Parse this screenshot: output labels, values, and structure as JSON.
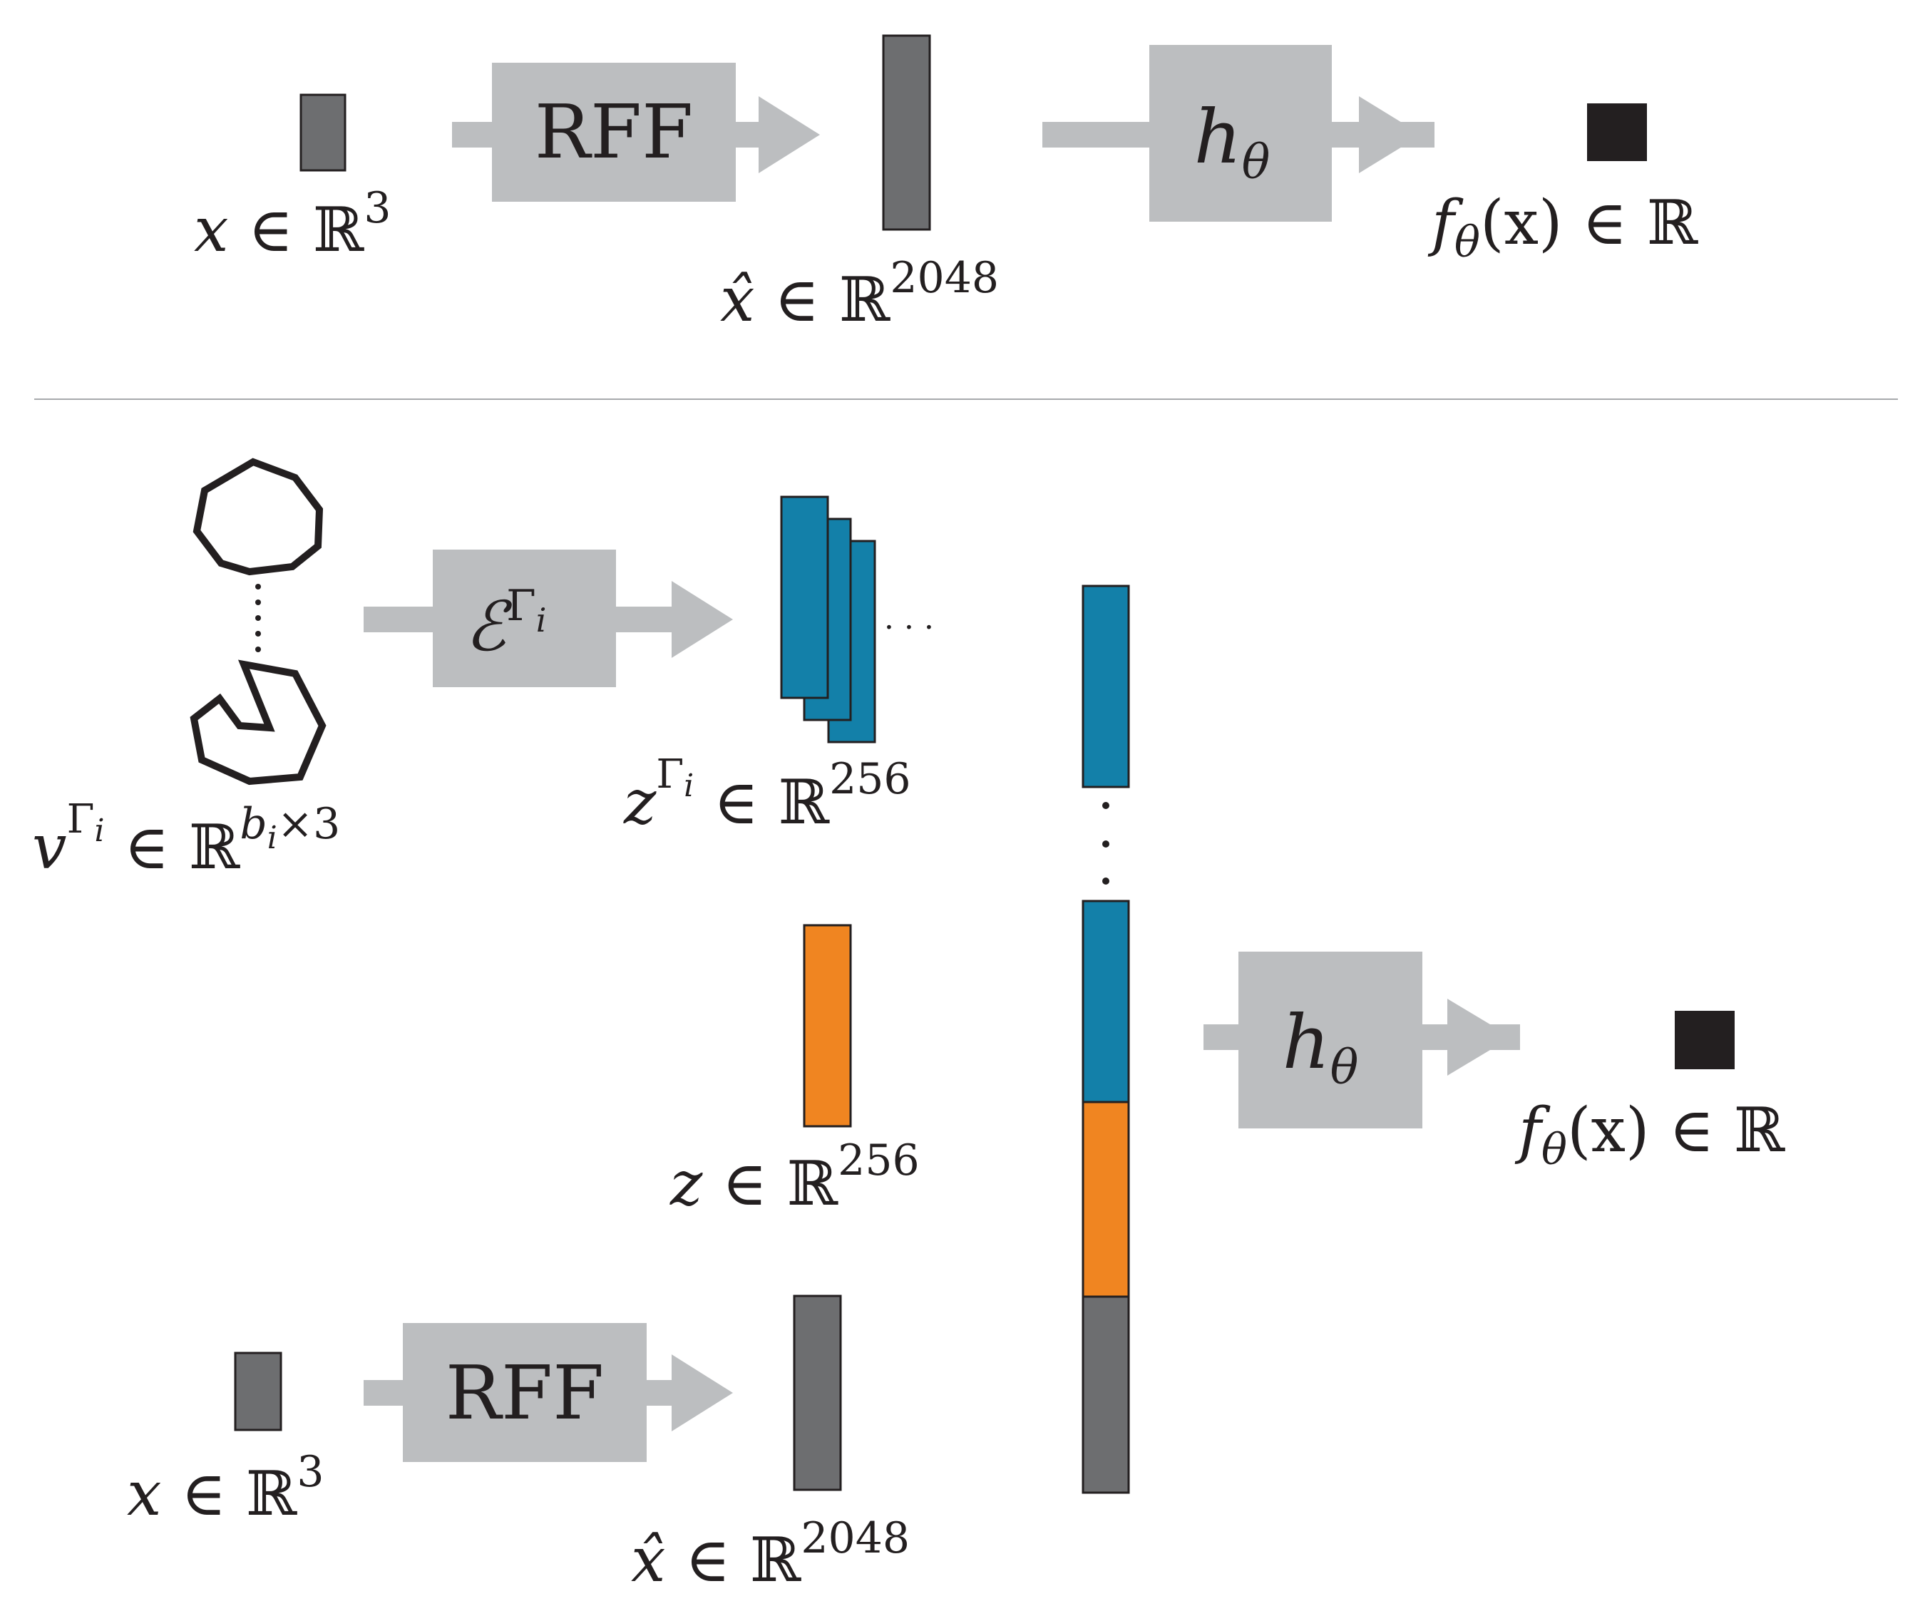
{
  "top": {
    "input_label": {
      "var": "x",
      "rel": " ∈ ",
      "set": "ℝ",
      "sup": "3"
    },
    "encoding_block": {
      "label": "RFF"
    },
    "encoded_label": {
      "var": "x̂",
      "rel": " ∈ ",
      "set": "ℝ",
      "sup": "2048"
    },
    "network_block": {
      "base": "h",
      "sub": "θ"
    },
    "output_label": {
      "f": "f",
      "sub": "θ",
      "arg": "(x)",
      "rel": " ∈ ",
      "set": "ℝ"
    }
  },
  "bottom": {
    "boundary_label": {
      "var": "v",
      "sup": "Γ",
      "supsub": "i",
      "rel": " ∈ ",
      "set": "ℝ",
      "exp": "b",
      "expsub": "i",
      "exptail": "×3"
    },
    "encoder_block": {
      "base": "ℰ",
      "sup": "Γ",
      "supsub": "i"
    },
    "latent_label": {
      "var": "z",
      "sup": "Γ",
      "supsub": "i",
      "rel": " ∈ ",
      "set": "ℝ",
      "exp": "256"
    },
    "ellipsis": "· · ·",
    "z_label": {
      "var": "z",
      "rel": " ∈ ",
      "set": "ℝ",
      "exp": "256"
    },
    "input_label": {
      "var": "x",
      "rel": " ∈ ",
      "set": "ℝ",
      "sup": "3"
    },
    "encoding_block": {
      "label": "RFF"
    },
    "encoded_label": {
      "var": "x̂",
      "rel": " ∈ ",
      "set": "ℝ",
      "sup": "2048"
    },
    "network_block": {
      "base": "h",
      "sub": "θ"
    },
    "output_label": {
      "f": "f",
      "sub": "θ",
      "arg": "(x)",
      "rel": " ∈ ",
      "set": "ℝ"
    }
  },
  "colors": {
    "block_fill": "#bcbec0",
    "arrow": "#bcbec0",
    "gray_vector": "#6d6e70",
    "blue_vector": "#1380a9",
    "orange_vector": "#f08521",
    "output_square": "#231f20",
    "divider": "#a7a9ac",
    "stroke": "#231f20"
  }
}
